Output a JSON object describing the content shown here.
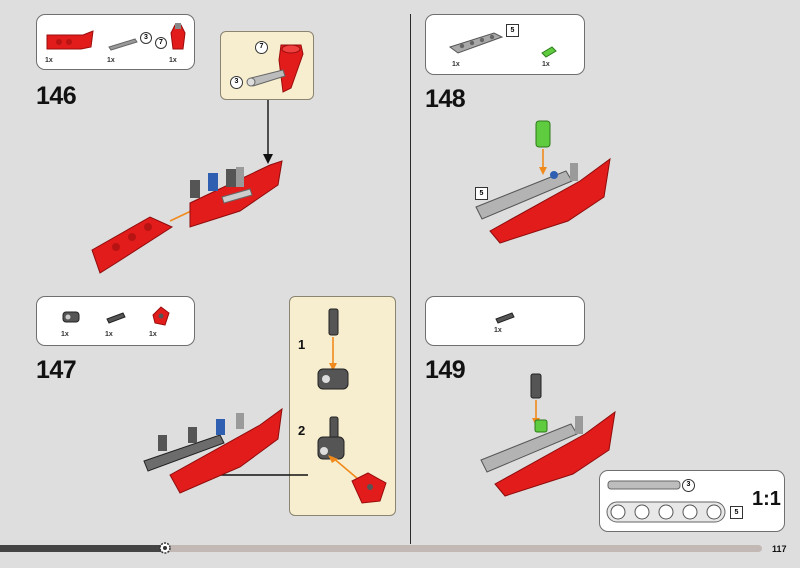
{
  "page": {
    "page_number": "117",
    "colors": {
      "background": "#dedede",
      "red": "#e21b1b",
      "arrow_orange": "#f08a1c",
      "gray": "#8c8c8c"
    }
  },
  "steps": [
    {
      "number": "146",
      "parts": [
        {
          "qty": "1x",
          "icon": "red-panel-icon"
        },
        {
          "qty": "1x",
          "icon": "axle-3-icon",
          "length": "3"
        },
        {
          "qty": "1x",
          "icon": "axle-7-red-icon",
          "length": "7"
        }
      ],
      "callout": {
        "labels": [
          "7",
          "3"
        ]
      }
    },
    {
      "number": "147",
      "parts": [
        {
          "qty": "1x",
          "icon": "dark-connector-icon"
        },
        {
          "qty": "1x",
          "icon": "dark-pin-icon"
        },
        {
          "qty": "1x",
          "icon": "red-crank-icon"
        }
      ],
      "substeps": [
        "1",
        "2"
      ]
    },
    {
      "number": "148",
      "parts": [
        {
          "qty": "1x",
          "icon": "gray-beam-5-icon",
          "length": "5"
        },
        {
          "qty": "1x",
          "icon": "green-pin-icon"
        }
      ],
      "model_label": "5"
    },
    {
      "number": "149",
      "parts": [
        {
          "qty": "1x",
          "icon": "dark-pin-icon"
        }
      ]
    }
  ],
  "scale_reference": {
    "axle_length": "3",
    "beam_length": "5",
    "label": "1:1"
  }
}
